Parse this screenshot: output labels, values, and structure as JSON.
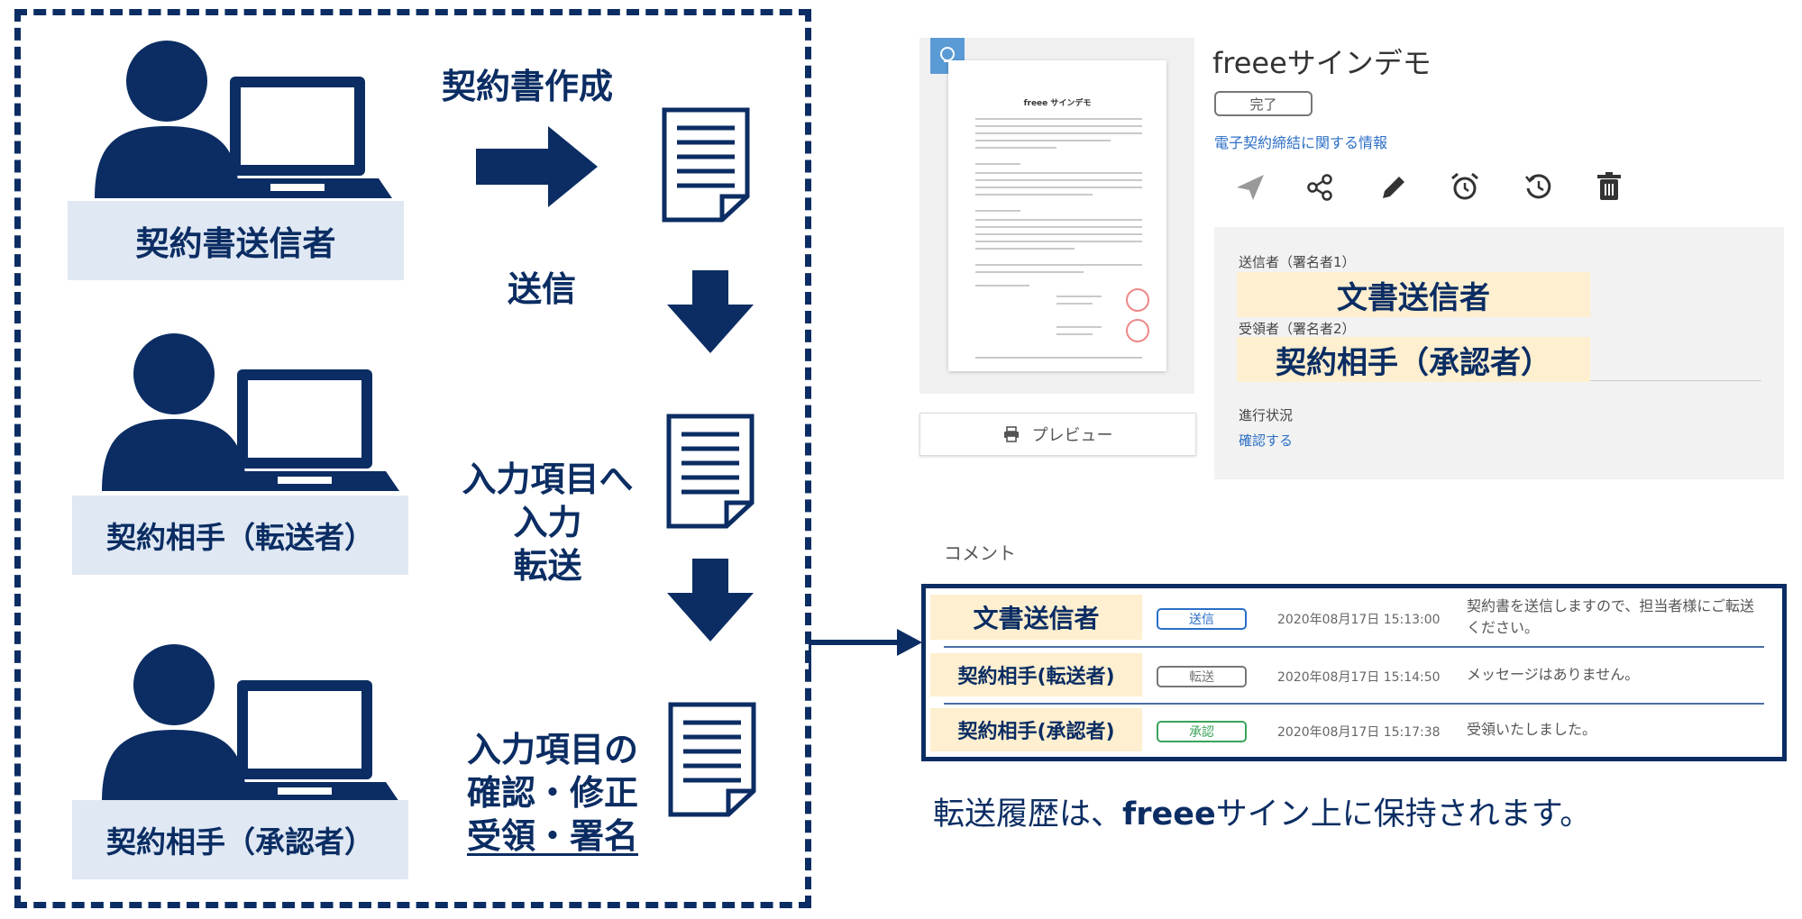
{
  "flow": {
    "roles": [
      {
        "label": "契約書送信者"
      },
      {
        "label": "契約相手（転送者）"
      },
      {
        "label": "契約相手（承認者）"
      }
    ],
    "steps": {
      "create": "契約書作成",
      "send": "送信",
      "input_line1": "入力項目へ",
      "input_line2": "入力",
      "input_line3": "転送",
      "confirm_line1": "入力項目の",
      "confirm_line2": "確認・修正",
      "confirm_line3": "受領・署名"
    }
  },
  "app": {
    "doc_title": "freeeサインデモ",
    "status": "完了",
    "info_link": "電子契約締結に関する情報",
    "thumbnail_title": "freee サインデモ",
    "toolbar": [
      {
        "icon": "send-icon"
      },
      {
        "icon": "share-icon"
      },
      {
        "icon": "edit-icon"
      },
      {
        "icon": "alarm-icon"
      },
      {
        "icon": "history-icon"
      },
      {
        "icon": "trash-icon"
      }
    ],
    "sender_label": "送信者（署名者1）",
    "sender_name": "文書送信者",
    "receiver_label": "受領者（署名者2）",
    "receiver_name": "契約相手（承認者）",
    "progress_label": "進行状況",
    "progress_link": "確認する",
    "preview_button": "プレビュー",
    "comments_heading": "コメント",
    "comments": [
      {
        "name": "文書送信者",
        "badge": "送信",
        "badge_color": "#2b6fc7",
        "date": "2020年08月17日 15:13:00",
        "message": "契約書を送信しますので、担当者様にご転送ください。"
      },
      {
        "name": "契約相手(転送者)",
        "badge": "転送",
        "badge_color": "#777777",
        "date": "2020年08月17日 15:14:50",
        "message": "メッセージはありません。"
      },
      {
        "name": "契約相手(承認者)",
        "badge": "承認",
        "badge_color": "#3aa35a",
        "date": "2020年08月17日 15:17:38",
        "message": "受領いたしました。"
      }
    ]
  },
  "caption": {
    "prefix": "転送履歴は、",
    "brand": "freee",
    "suffix": "サイン上に保持されます。"
  },
  "colors": {
    "navy": "#0b2d63",
    "role_bg": "#dfe8f3",
    "highlight": "#fdefcf"
  }
}
